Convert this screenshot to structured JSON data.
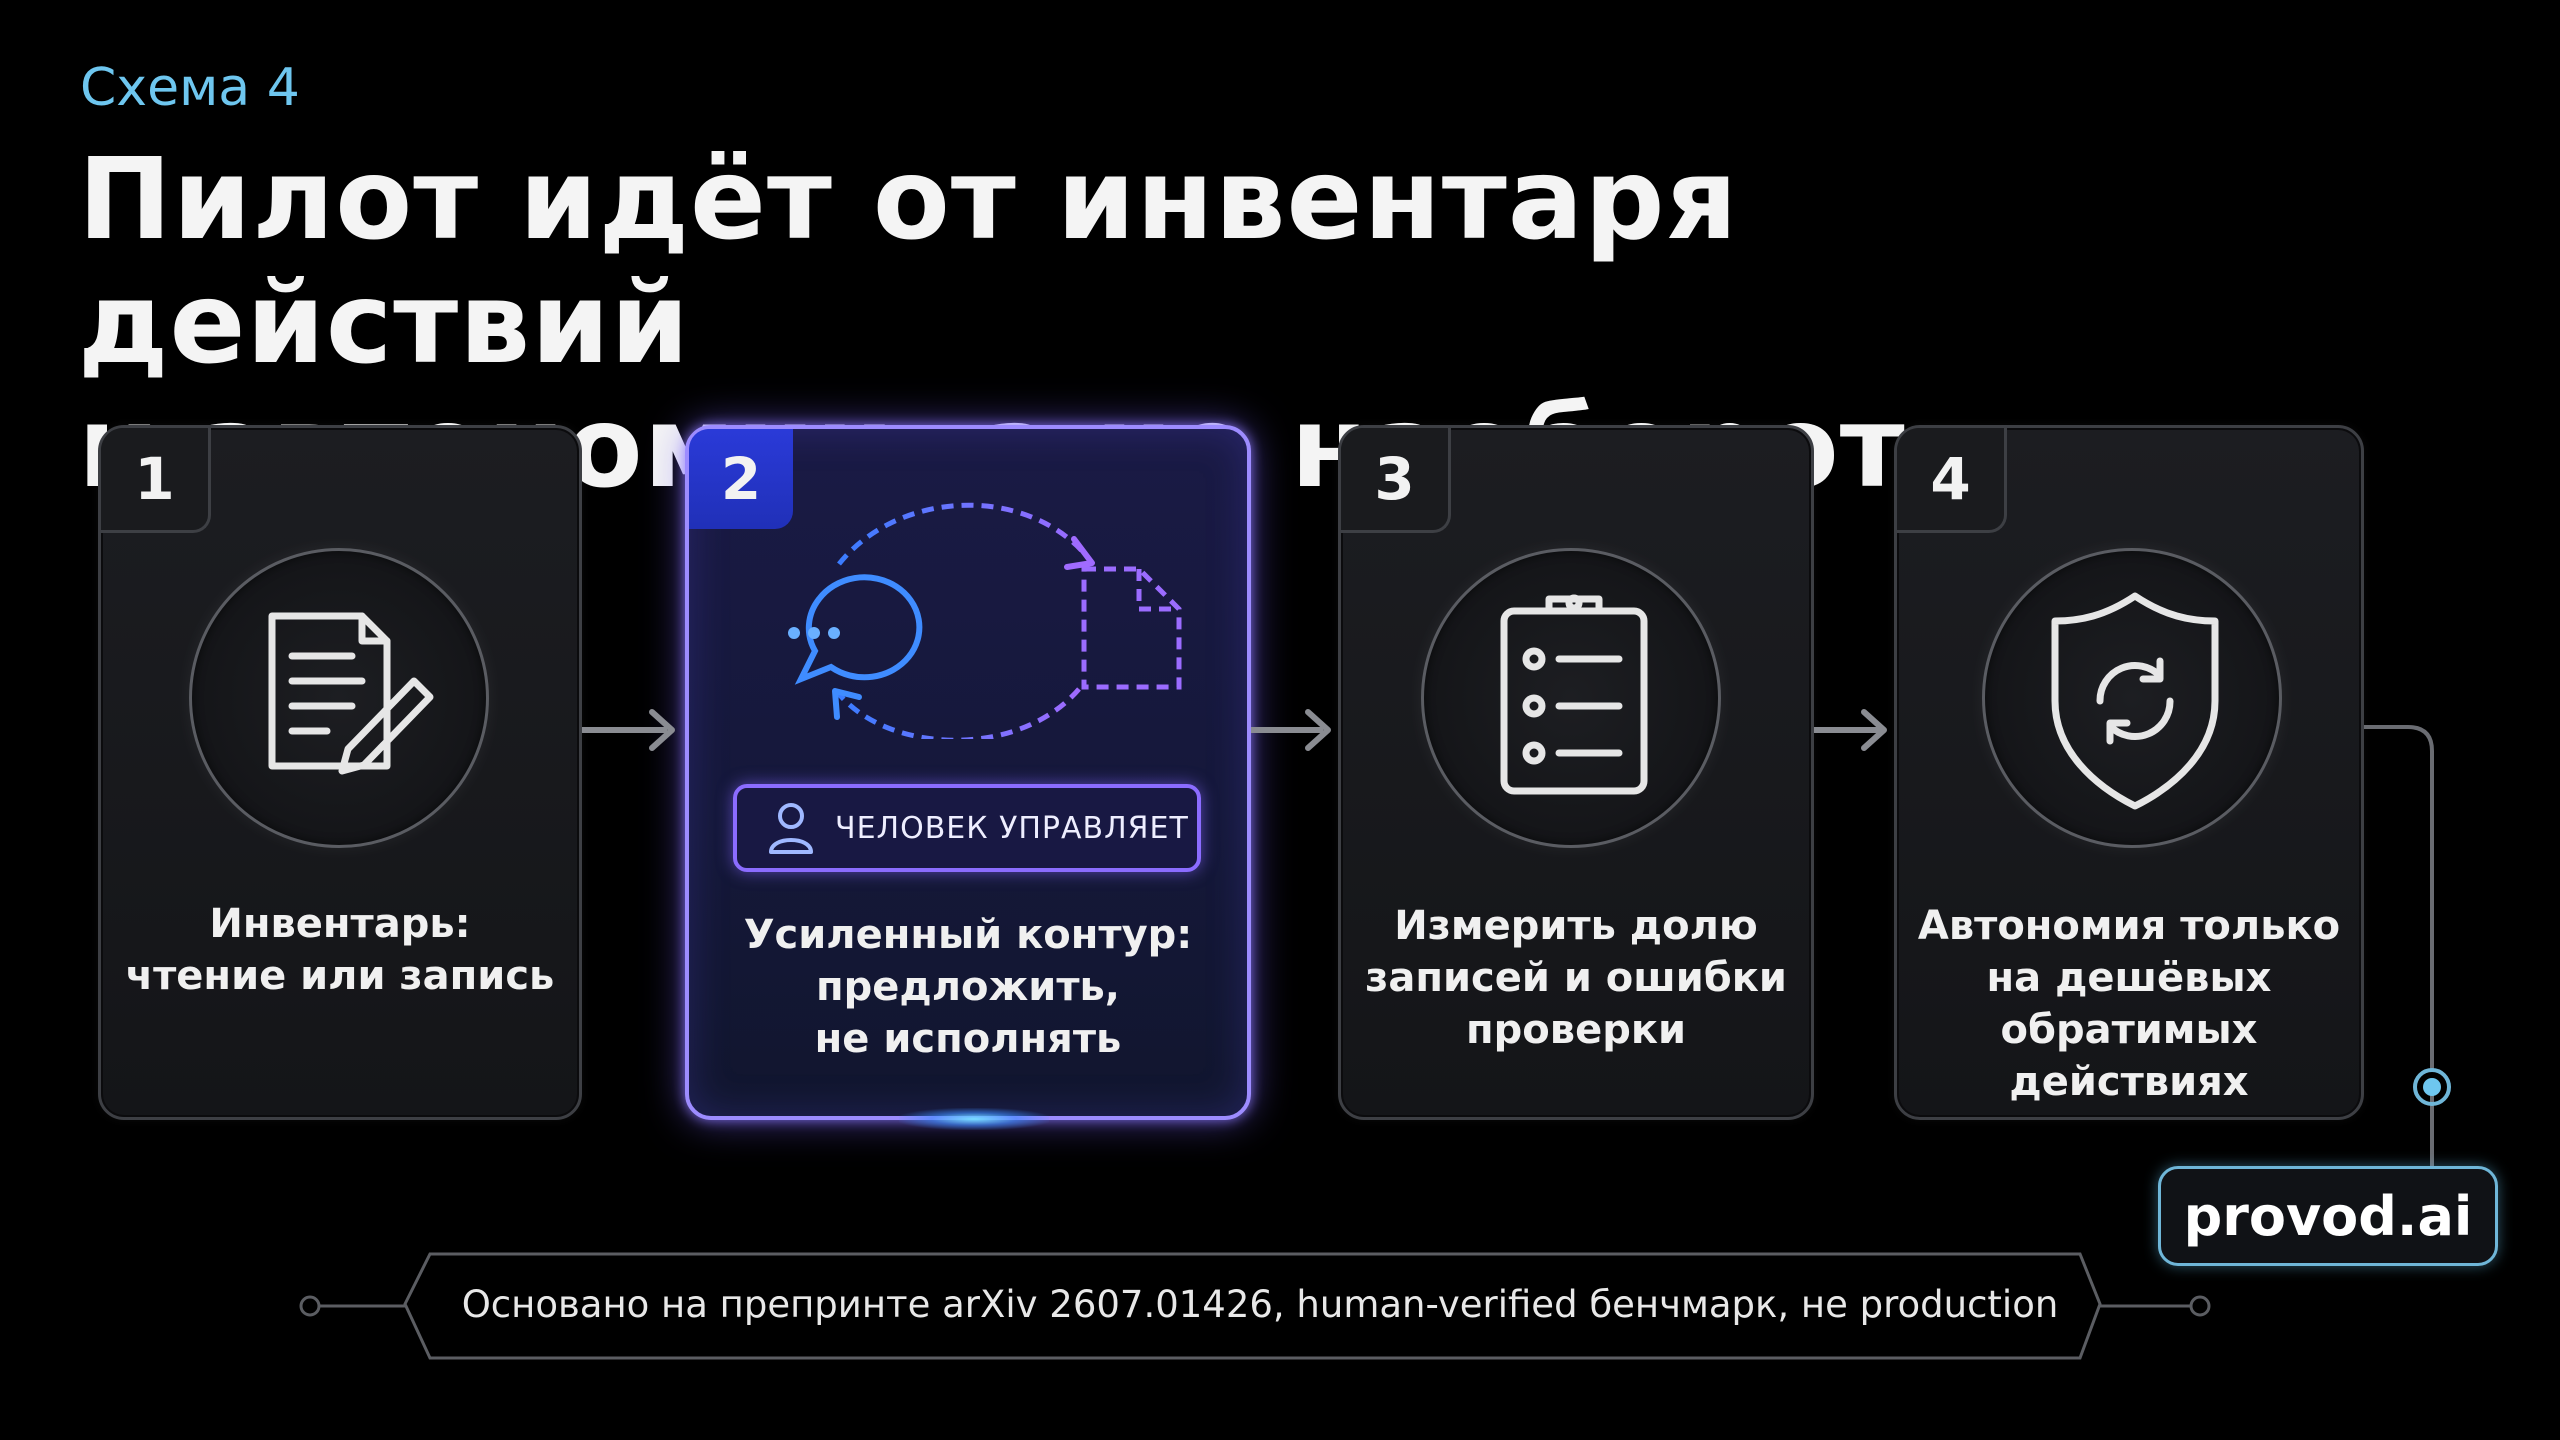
{
  "scheme_label": "Схема 4",
  "title_lines": [
    "Пилот идёт от инвентаря действий",
    "к автономии, а не наоборот"
  ],
  "steps": [
    {
      "number": "1",
      "icon": "document-edit-icon",
      "text_lines": [
        "Инвентарь:",
        "чтение или запись"
      ]
    },
    {
      "number": "2",
      "icon": "chat-to-document-cycle-icon",
      "badge": "ЧЕЛОВЕК УПРАВЛЯЕТ",
      "text_lines": [
        "Усиленный контур:",
        "предложить,",
        "не исполнять"
      ],
      "highlighted": true
    },
    {
      "number": "3",
      "icon": "clipboard-checklist-icon",
      "text_lines": [
        "Измерить долю",
        "записей и ошибки",
        "проверки"
      ]
    },
    {
      "number": "4",
      "icon": "shield-refresh-icon",
      "text_lines": [
        "Автономия только",
        "на дешёвых",
        "обратимых действиях"
      ]
    }
  ],
  "footer": "Основано на препринте arXiv 2607.01426, human-verified бенчмарк, не production",
  "brand": "provod.ai",
  "colors": {
    "accent_cyan": "#6ec6ef",
    "highlight_violet": "#9d8cff",
    "card_bg": "#1a1b1e",
    "background": "#000000"
  }
}
